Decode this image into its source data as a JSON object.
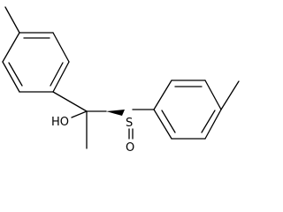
{
  "molecule": {
    "atom_labels": {
      "hydroxyl": "HO",
      "sulfur": "S",
      "oxygen": "O"
    },
    "stereo_bond": "wedge",
    "bond_color": "#000000",
    "background": "#ffffff"
  }
}
